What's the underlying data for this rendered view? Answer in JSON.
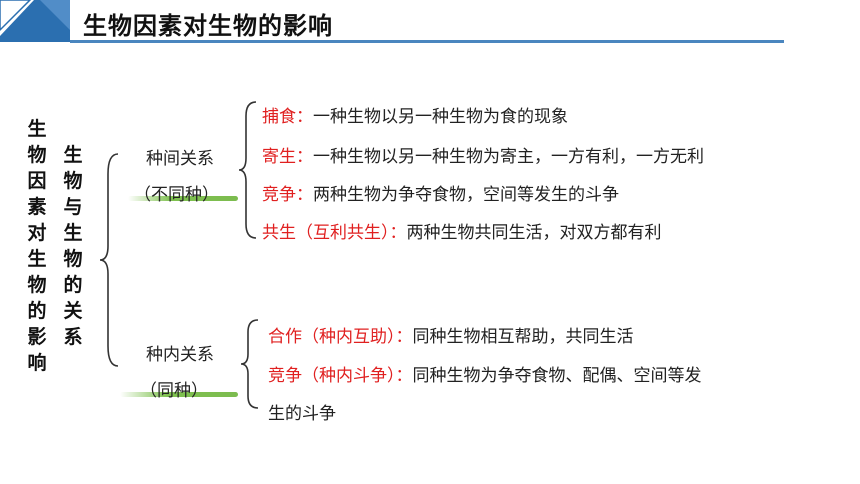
{
  "title": "生物因素对生物的影响",
  "vertical_main": "生物因素对生物的影响",
  "vertical_sub": "生物与生物的关系",
  "interspecific": {
    "label": "种间关系",
    "sub": "（不同种）",
    "items": [
      {
        "term": "捕食",
        "colon": "：",
        "desc": "一种生物以另一种生物为食的现象"
      },
      {
        "term": "寄生",
        "colon": "：",
        "desc": "一种生物以另一种生物为寄主，一方有利，一方无利"
      },
      {
        "term": "竞争",
        "colon": "：",
        "desc": "两种生物为争夺食物，空间等发生的斗争"
      },
      {
        "term": "共生（互利共生）",
        "colon": "：",
        "desc": "两种生物共同生活，对双方都有利"
      }
    ]
  },
  "intraspecific": {
    "label": "种内关系",
    "sub": "（同种）",
    "items": [
      {
        "term": "合作（种内互助）",
        "colon": "：",
        "desc": "同种生物相互帮助，共同生活"
      },
      {
        "term": "竞争（种内斗争）",
        "colon": "：",
        "desc": "同种生物为争夺食物、配偶、空间等发"
      }
    ],
    "continuation": "生的斗争"
  },
  "colors": {
    "accent_blue": "#4a86bf",
    "corner_blue": "#2b6fb0",
    "term_red": "#e02020",
    "highlight_green": "#7cc050"
  }
}
